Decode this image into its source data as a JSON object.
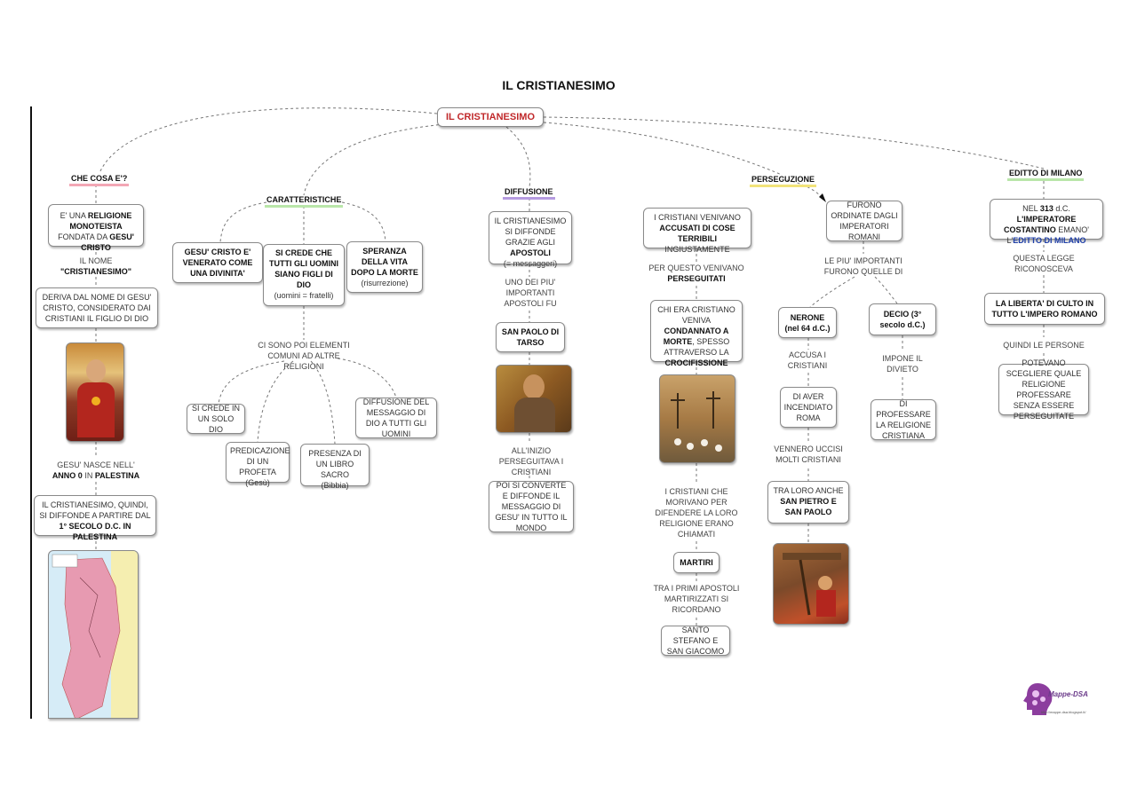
{
  "page_title": "IL CRISTIANESIMO",
  "root": "IL CRISTIANESIMO",
  "categories": {
    "che_cosa": "CHE COSA E'?",
    "caratteristiche": "CARATTERISTICHE",
    "diffusione": "DIFFUSIONE",
    "persecuzione": "PERSECUZIONE",
    "editto": "EDITTO DI MILANO"
  },
  "colors": {
    "root_text": "#c0282a",
    "che_cosa": "#f3a7b5",
    "caratteristiche": "#b9e6a9",
    "diffusione": "#b59be0",
    "persecuzione": "#f2e37a",
    "editto": "#b9e6a9",
    "editto_link": "#1f3fa8"
  },
  "che_cosa": {
    "box1_a": "E' UNA ",
    "box1_b": "RELIGIONE MONOTEISTA",
    "box1_c": " FONDATA DA ",
    "box1_d": "GESU' CRISTO",
    "text1_a": "IL NOME",
    "text1_b": "\"CRISTIANESIMO\"",
    "box2": "DERIVA DAL NOME DI GESU' CRISTO, CONSIDERATO DAI CRISTIANI IL FIGLIO DI DIO",
    "image1": "jesus-icon-picture",
    "text2_a": "GESU' NASCE NELL'",
    "text2_b": "ANNO 0",
    "text2_c": " IN ",
    "text2_d": "PALESTINA",
    "box3_a": "IL CRISTIANESIMO, QUINDI, SI DIFFONDE A PARTIRE DAL",
    "box3_b": "1° SECOLO D.C. IN PALESTINA",
    "image2": "palestine-map-picture"
  },
  "caratteristiche": {
    "box1": "GESU' CRISTO E' VENERATO COME UNA DIVINITA'",
    "box2_a": "SI CREDE CHE TUTTI GLI UOMINI SIANO FIGLI DI DIO",
    "box2_b": "(uomini = fratelli)",
    "box3_a": "SPERANZA DELLA VITA DOPO LA MORTE",
    "box3_b": "(risurrezione)",
    "text1": "CI SONO POI ELEMENTI COMUNI AD ALTRE RELIGIONI",
    "box4": "SI CREDE IN UN SOLO DIO",
    "box5_a": "PREDICAZIONE DI UN PROFETA",
    "box5_b": "(Gesù)",
    "box6_a": "PRESENZA DI UN LIBRO SACRO",
    "box6_b": "(Bibbia)",
    "box7": "DIFFUSIONE DEL MESSAGGIO DI DIO A TUTTI GLI UOMINI"
  },
  "diffusione": {
    "box1_a": "IL CRISTIANESIMO SI DIFFONDE GRAZIE AGLI ",
    "box1_b": "APOSTOLI",
    "box1_c": "(= messaggeri)",
    "text1": "UNO DEI PIU' IMPORTANTI APOSTOLI FU",
    "box2": "SAN PAOLO DI TARSO",
    "image1": "san-paolo-picture",
    "text2": "ALL'INIZIO PERSEGUITAVA I CRISTIANI",
    "box3": "POI SI CONVERTE E DIFFONDE IL MESSAGGIO DI GESU' IN TUTTO IL MONDO"
  },
  "persecuzione": {
    "box1_a": "I CRISTIANI VENIVANO ",
    "box1_b": "ACCUSATI DI COSE TERRIBILI",
    "box1_c": " INGIUSTAMENTE",
    "text1_a": "PER QUESTO VENIVANO ",
    "text1_b": "PERSEGUITATI",
    "box2_a": "CHI ERA CRISTIANO VENIVA ",
    "box2_b": "CONDANNATO A MORTE",
    "box2_c": ", SPESSO ATTRAVERSO LA ",
    "box2_d": "CROCIFISSIONE",
    "image1": "crucifixion-picture",
    "text2": "I CRISTIANI CHE MORIVANO PER DIFENDERE LA LORO RELIGIONE ERANO CHIAMATI",
    "box3": "MARTIRI",
    "text3": "TRA I PRIMI APOSTOLI MARTIRIZZATI SI RICORDANO",
    "box4": "SANTO STEFANO E SAN GIACOMO",
    "box5": "FURONO ORDINATE DAGLI IMPERATORI ROMANI",
    "text4": "LE PIU' IMPORTANTI FURONO QUELLE DI",
    "box6": "NERONE (nel 64 d.C.)",
    "text5": "ACCUSA I CRISTIANI",
    "box7": "DI AVER INCENDIATO ROMA",
    "text6": "VENNERO UCCISI MOLTI CRISTIANI",
    "box8_a": "TRA LORO ANCHE",
    "box8_b": "SAN PIETRO E SAN PAOLO",
    "image2": "martyrdom-picture",
    "box9": "DECIO (3° secolo d.C.)",
    "text7": "IMPONE IL DIVIETO",
    "box10": "DI PROFESSARE LA RELIGIONE CRISTIANA"
  },
  "editto": {
    "box1_a": "NEL ",
    "box1_b": "313",
    "box1_c": " d.C. ",
    "box1_d": "L'IMPERATORE COSTANTINO",
    "box1_e": " EMANO' L'",
    "box1_f": "EDITTO DI MILANO",
    "text1": "QUESTA LEGGE RICONOSCEVA",
    "box2": "LA LIBERTA' DI CULTO IN TUTTO L'IMPERO ROMANO",
    "text2": "QUINDI LE PERSONE",
    "box3": "POTEVANO SCEGLIERE QUALE RELIGIONE PROFESSARE SENZA ESSERE PERSEGUITATE"
  },
  "logo": {
    "name": "Mappe-DSA",
    "url": "http://mappe-dsa.blogspot.it/"
  }
}
